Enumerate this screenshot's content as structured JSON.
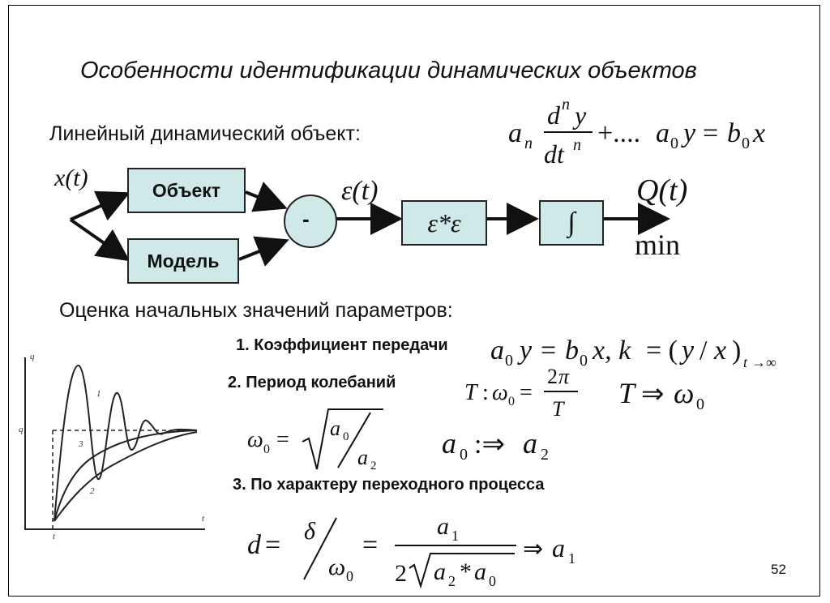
{
  "slide": {
    "title": "Особенности идентификации динамических объектов",
    "linear_object_label": "Линейный динамический объект:",
    "ode_equation": "a_n d^n y / dt^n + ....a_0 y = b_0 x",
    "diagram": {
      "input_signal": "x(t)",
      "object_block": "Объект",
      "model_block": "Модель",
      "subtractor": "-",
      "error_signal": "ε(t)",
      "square_block": "ε*ε",
      "integral_block": "∫",
      "output_signal": "Q(t)",
      "output_goal": "min"
    },
    "estimation_label": "Оценка начальных значений параметров:",
    "items": [
      {
        "label": "1. Коэффициент передачи"
      },
      {
        "label": "2. Период колебаний"
      },
      {
        "label": "3. По характеру переходного процесса"
      }
    ],
    "page_number": "52"
  }
}
